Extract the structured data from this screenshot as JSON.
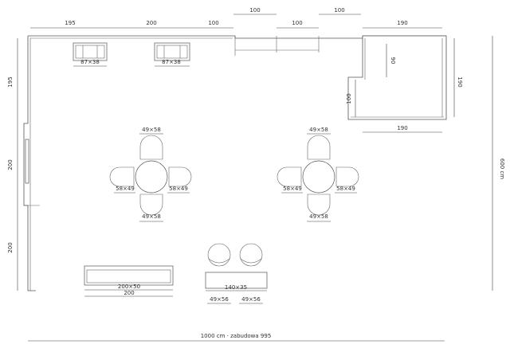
{
  "plan": {
    "top_walls": [
      "195",
      "200",
      "100",
      "100",
      "190"
    ],
    "top_offsets": [
      "100",
      "100"
    ],
    "left_walls": [
      "195",
      "200",
      "200"
    ],
    "right_height": "600 cm",
    "total_width": "1000 cm · zabudowa 995",
    "counters": [
      "87×38",
      "87×38"
    ],
    "room": {
      "width": "190",
      "height": "190",
      "inner_90": "90",
      "inner_100": "100",
      "bottom": "190"
    },
    "table_sets": [
      {
        "top": "49×58",
        "bottom": "49×58",
        "left": "58×49",
        "right": "58×49"
      },
      {
        "top": "49×58",
        "bottom": "49×58",
        "left": "58×49",
        "right": "58×49"
      }
    ],
    "shelf_label": "200×50",
    "shelf_total": "200",
    "bench_label": "140×35",
    "armchairs": [
      "49×56",
      "49×56"
    ]
  }
}
